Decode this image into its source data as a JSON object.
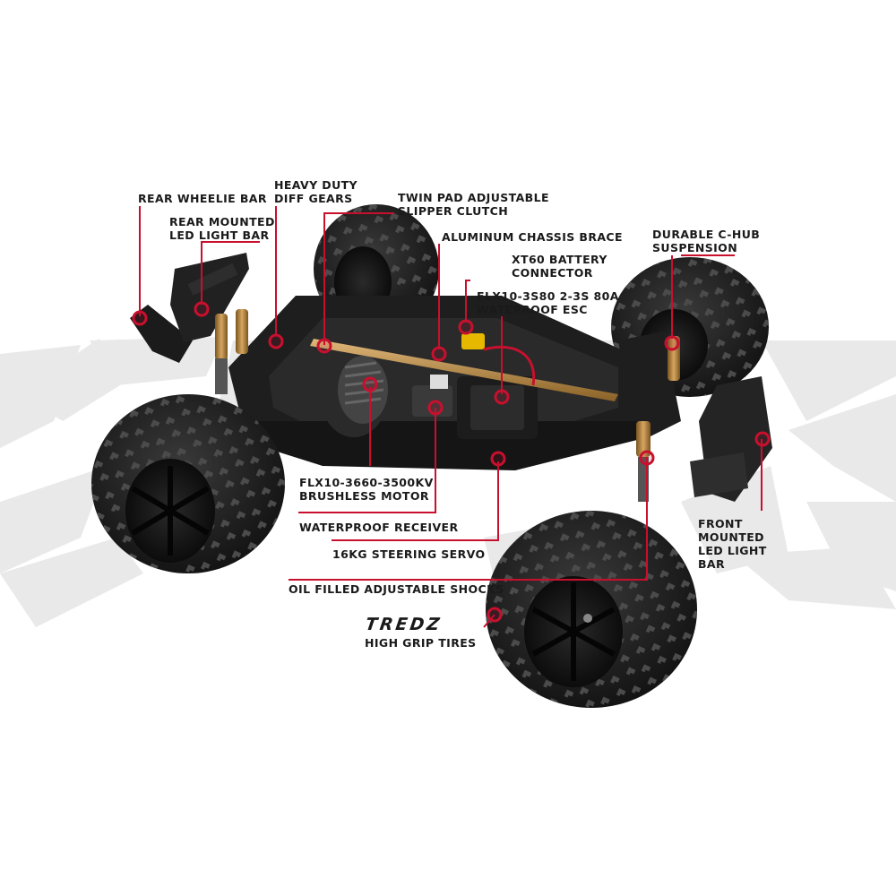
{
  "diagram": {
    "brand_logo": "TREDZ",
    "callouts": [
      {
        "id": "rear-wheelie-bar",
        "lines": [
          "REAR WHEELIE BAR"
        ]
      },
      {
        "id": "rear-led-light-bar",
        "lines": [
          "REAR MOUNTED",
          "LED LIGHT BAR"
        ]
      },
      {
        "id": "diff-gears",
        "lines": [
          "HEAVY DUTY",
          "DIFF GEARS"
        ]
      },
      {
        "id": "slipper-clutch",
        "lines": [
          "TWIN PAD ADJUSTABLE",
          "SLIPPER CLUTCH"
        ]
      },
      {
        "id": "chassis-brace",
        "lines": [
          "ALUMINUM CHASSIS BRACE"
        ]
      },
      {
        "id": "battery-connector",
        "lines": [
          "XT60 BATTERY",
          "CONNECTOR"
        ]
      },
      {
        "id": "esc",
        "lines": [
          "FLX10-3S80 2-3S 80A",
          "WATEPROOF ESC"
        ]
      },
      {
        "id": "c-hub-suspension",
        "lines": [
          "DURABLE C-HUB",
          "SUSPENSION"
        ]
      },
      {
        "id": "brushless-motor",
        "lines": [
          "FLX10-3660-3500KV",
          "BRUSHLESS MOTOR"
        ]
      },
      {
        "id": "receiver",
        "lines": [
          "WATERPROOF RECEIVER"
        ]
      },
      {
        "id": "steering-servo",
        "lines": [
          "16KG STEERING SERVO"
        ]
      },
      {
        "id": "shocks",
        "lines": [
          "OIL FILLED ADJUSTABLE SHOCKS"
        ]
      },
      {
        "id": "front-led-light-bar",
        "lines": [
          "FRONT",
          "MOUNTED",
          "LED LIGHT",
          "BAR"
        ]
      },
      {
        "id": "tires",
        "lines": [
          "HIGH GRIP TIRES"
        ]
      }
    ],
    "colors": {
      "leader_line": "#c8102e",
      "label_text": "#1a1a1a",
      "background": "#ffffff",
      "background_graphic": "#e9e9e9",
      "chassis": "#1e1e1e",
      "tire": "#262626",
      "accent_gold": "#b8863b"
    }
  }
}
